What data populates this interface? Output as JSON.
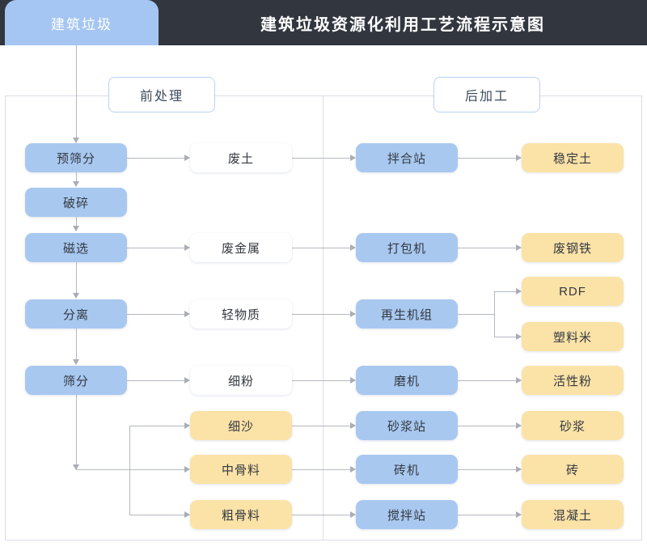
{
  "header": {
    "source_tab": "建筑垃圾",
    "title": "建筑垃圾资源化利用工艺流程示意图",
    "bar_color": "#32363f",
    "tab_color": "#a5c6f2"
  },
  "stages": [
    {
      "id": "pre",
      "label": "前处理"
    },
    {
      "id": "post",
      "label": "后加工"
    }
  ],
  "palette": {
    "blue": "#a8c8f0",
    "white": "#ffffff",
    "yellow": "#fbe2a7",
    "line": "#b4b8bf",
    "frame": "#dcdcea",
    "text": "#333940"
  },
  "columns": [
    {
      "id": "process",
      "stage": "pre"
    },
    {
      "id": "material",
      "stage": "pre"
    },
    {
      "id": "equipment",
      "stage": "post"
    },
    {
      "id": "product",
      "stage": "post"
    }
  ],
  "nodes": {
    "process": [
      {
        "id": "pre-screen",
        "label": "预筛分",
        "color": "blue"
      },
      {
        "id": "crush",
        "label": "破碎",
        "color": "blue"
      },
      {
        "id": "magnetic",
        "label": "磁选",
        "color": "blue"
      },
      {
        "id": "separate",
        "label": "分离",
        "color": "blue"
      },
      {
        "id": "screen",
        "label": "筛分",
        "color": "blue"
      }
    ],
    "material": [
      {
        "id": "waste-soil",
        "label": "废土",
        "color": "white"
      },
      {
        "id": "waste-metal",
        "label": "废金属",
        "color": "white"
      },
      {
        "id": "light-matter",
        "label": "轻物质",
        "color": "white"
      },
      {
        "id": "fine-powder",
        "label": "细粉",
        "color": "white"
      },
      {
        "id": "fine-sand",
        "label": "细沙",
        "color": "yellow"
      },
      {
        "id": "mid-agg",
        "label": "中骨料",
        "color": "yellow"
      },
      {
        "id": "coarse-agg",
        "label": "粗骨料",
        "color": "yellow"
      }
    ],
    "equipment": [
      {
        "id": "mixing-station",
        "label": "拌合站",
        "color": "blue"
      },
      {
        "id": "baler",
        "label": "打包机",
        "color": "blue"
      },
      {
        "id": "recycle-unit",
        "label": "再生机组",
        "color": "blue"
      },
      {
        "id": "grinder",
        "label": "磨机",
        "color": "blue"
      },
      {
        "id": "mortar-station",
        "label": "砂浆站",
        "color": "blue"
      },
      {
        "id": "brick-machine",
        "label": "砖机",
        "color": "blue"
      },
      {
        "id": "concrete-mixer",
        "label": "搅拌站",
        "color": "blue"
      }
    ],
    "product": [
      {
        "id": "stable-soil",
        "label": "稳定土",
        "color": "yellow"
      },
      {
        "id": "scrap-steel",
        "label": "废钢铁",
        "color": "yellow"
      },
      {
        "id": "rdf",
        "label": "RDF",
        "color": "yellow"
      },
      {
        "id": "plastic-pel",
        "label": "塑料米",
        "color": "yellow"
      },
      {
        "id": "active-powder",
        "label": "活性粉",
        "color": "yellow"
      },
      {
        "id": "mortar",
        "label": "砂浆",
        "color": "yellow"
      },
      {
        "id": "brick",
        "label": "砖",
        "color": "yellow"
      },
      {
        "id": "concrete",
        "label": "混凝土",
        "color": "yellow"
      }
    ]
  },
  "flows": [
    {
      "from": "建筑垃圾",
      "to": "预筛分"
    },
    {
      "from": "预筛分",
      "to": "破碎"
    },
    {
      "from": "破碎",
      "to": "磁选"
    },
    {
      "from": "磁选",
      "to": "分离"
    },
    {
      "from": "分离",
      "to": "筛分"
    },
    {
      "from": "预筛分",
      "to": "废土"
    },
    {
      "from": "磁选",
      "to": "废金属"
    },
    {
      "from": "分离",
      "to": "轻物质"
    },
    {
      "from": "筛分",
      "to": "细粉"
    },
    {
      "from": "筛分",
      "to": "细沙"
    },
    {
      "from": "筛分",
      "to": "中骨料"
    },
    {
      "from": "筛分",
      "to": "粗骨料"
    },
    {
      "from": "废土",
      "to": "拌合站"
    },
    {
      "from": "废金属",
      "to": "打包机"
    },
    {
      "from": "轻物质",
      "to": "再生机组"
    },
    {
      "from": "细粉",
      "to": "磨机"
    },
    {
      "from": "细沙",
      "to": "砂浆站"
    },
    {
      "from": "中骨料",
      "to": "砖机"
    },
    {
      "from": "粗骨料",
      "to": "搅拌站"
    },
    {
      "from": "拌合站",
      "to": "稳定土"
    },
    {
      "from": "打包机",
      "to": "废钢铁"
    },
    {
      "from": "再生机组",
      "to": "RDF"
    },
    {
      "from": "再生机组",
      "to": "塑料米"
    },
    {
      "from": "磨机",
      "to": "活性粉"
    },
    {
      "from": "砂浆站",
      "to": "砂浆"
    },
    {
      "from": "砖机",
      "to": "砖"
    },
    {
      "from": "搅拌站",
      "to": "混凝土"
    }
  ]
}
